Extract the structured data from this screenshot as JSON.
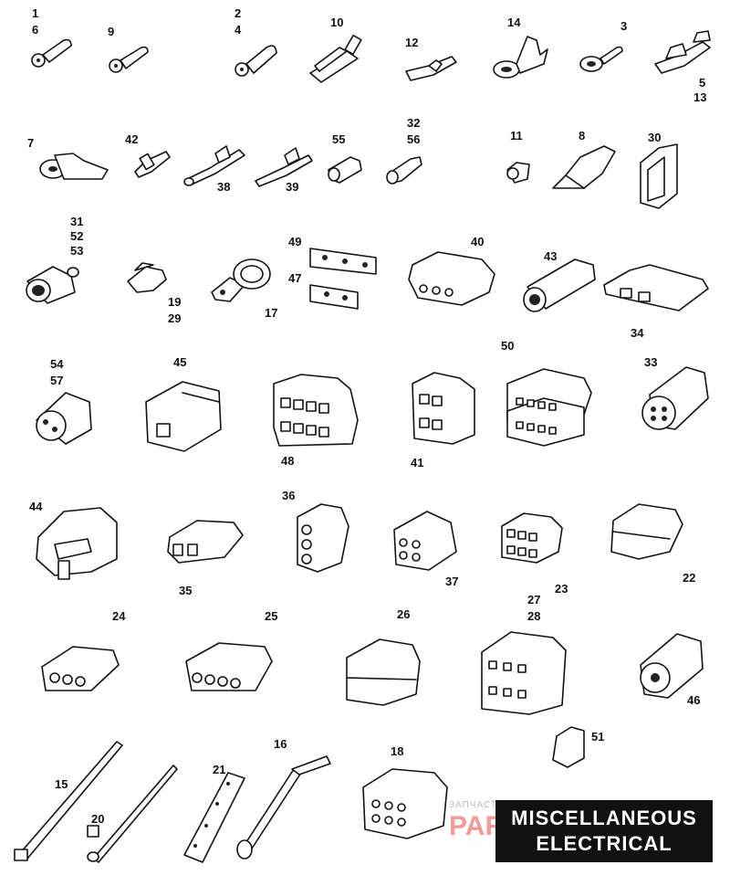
{
  "title": {
    "line1": "MISCELLANEOUS",
    "line2": "ELECTRICAL"
  },
  "watermark": {
    "small": "ЗАПЧАСТИ",
    "large": "PARTS.RU"
  },
  "callouts": {
    "c1": "1",
    "c6": "6",
    "c9": "9",
    "c2": "2",
    "c4": "4",
    "c10": "10",
    "c12": "12",
    "c14": "14",
    "c3": "3",
    "c5": "5",
    "c13": "13",
    "c7": "7",
    "c42": "42",
    "c38": "38",
    "c39": "39",
    "c55": "55",
    "c32": "32",
    "c56": "56",
    "c11": "11",
    "c8": "8",
    "c30": "30",
    "c31": "31",
    "c52": "52",
    "c53": "53",
    "c19": "19",
    "c29": "29",
    "c17": "17",
    "c49": "49",
    "c47": "47",
    "c40": "40",
    "c43": "43",
    "c34": "34",
    "c54": "54",
    "c57": "57",
    "c45": "45",
    "c48": "48",
    "c41": "41",
    "c50": "50",
    "c33": "33",
    "c44": "44",
    "c35": "35",
    "c36": "36",
    "c37": "37",
    "c23": "23",
    "c22": "22",
    "c24": "24",
    "c25": "25",
    "c26": "26",
    "c27": "27",
    "c28": "28",
    "c46": "46",
    "c51": "51",
    "c15": "15",
    "c20": "20",
    "c21": "21",
    "c16": "16",
    "c18": "18"
  }
}
